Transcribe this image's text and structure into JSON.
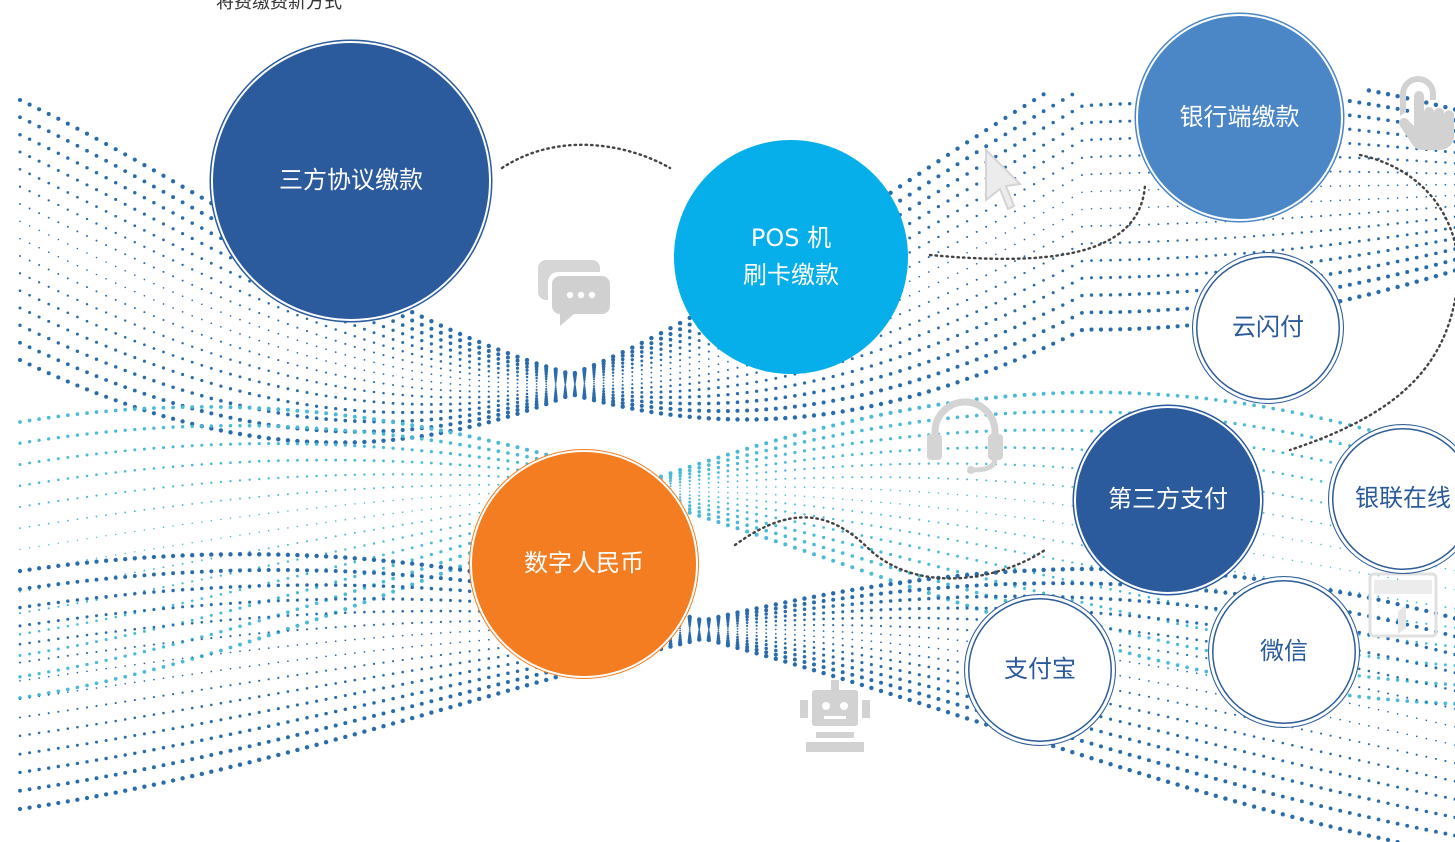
{
  "header": {
    "text": "将费缴费新方式"
  },
  "colors": {
    "dark_blue": "#2b5b9c",
    "cyan": "#06aeea",
    "mid_blue": "#4b86c6",
    "orange": "#f47c21",
    "icon_gray": "#d3d3d3",
    "dot_blue": "#2a6cab",
    "dot_cyan": "#4bbad6"
  },
  "nodes": {
    "three_party": {
      "label": "三方协议缴款"
    },
    "pos": {
      "line1": "POS 机",
      "line2": "刷卡缴款"
    },
    "bank_side": {
      "label": "银行端缴款"
    },
    "third_party_pay": {
      "label": "第三方支付"
    },
    "digital_rmb": {
      "label": "数字人民币"
    },
    "yunshanfu": {
      "label": "云闪付"
    },
    "unionpay_online": {
      "label": "银联在线"
    },
    "wechat": {
      "label": "微信"
    },
    "alipay": {
      "label": "支付宝"
    }
  },
  "icons": [
    "chat-icon",
    "cursor-icon",
    "touch-icon",
    "headset-icon",
    "robot-icon",
    "card-icon"
  ]
}
